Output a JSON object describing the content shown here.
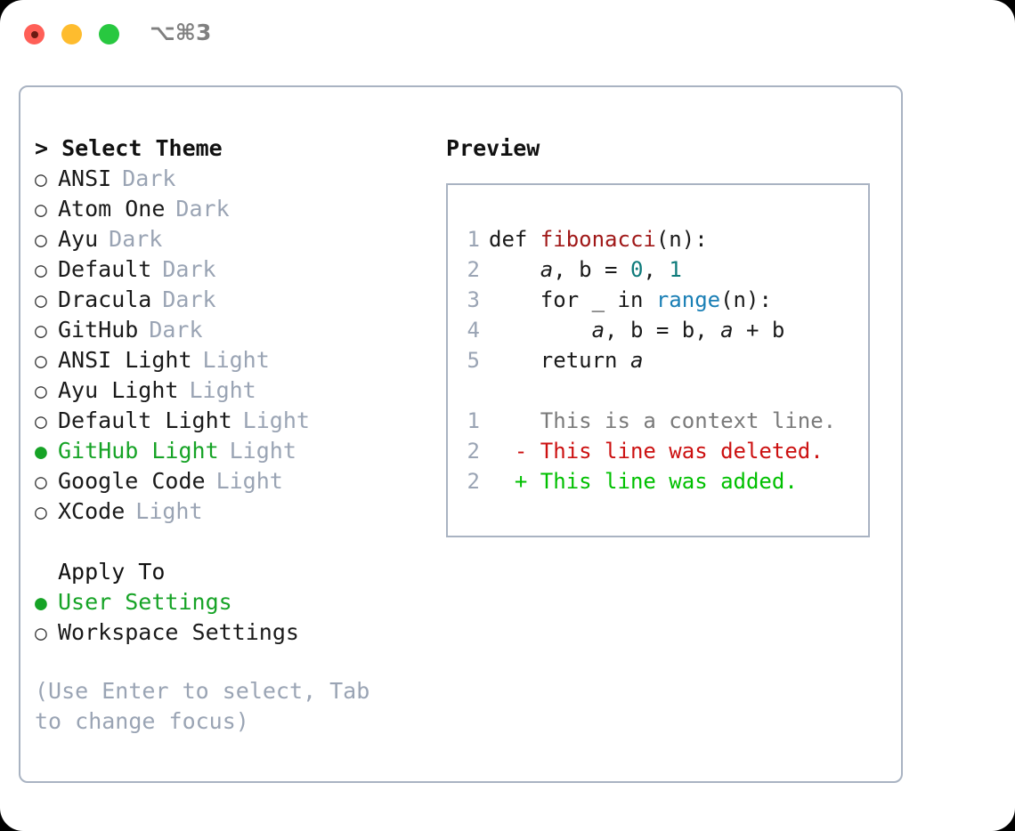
{
  "titlebar": {
    "shortcut": "⌥⌘3",
    "lights": [
      {
        "name": "close",
        "color": "#ff5f57"
      },
      {
        "name": "minimize",
        "color": "#febc2e"
      },
      {
        "name": "maximize",
        "color": "#28c840"
      }
    ]
  },
  "theme_selector": {
    "heading": "> Select Theme",
    "marker_unselected": "○",
    "marker_selected": "●",
    "accent_color": "#16a326",
    "tag_color": "#9aa4b4",
    "items": [
      {
        "label": "ANSI",
        "tag": "Dark",
        "selected": false
      },
      {
        "label": "Atom One",
        "tag": "Dark",
        "selected": false
      },
      {
        "label": "Ayu",
        "tag": "Dark",
        "selected": false
      },
      {
        "label": "Default",
        "tag": "Dark",
        "selected": false
      },
      {
        "label": "Dracula",
        "tag": "Dark",
        "selected": false
      },
      {
        "label": "GitHub",
        "tag": "Dark",
        "selected": false
      },
      {
        "label": "ANSI Light",
        "tag": "Light",
        "selected": false
      },
      {
        "label": "Ayu Light",
        "tag": "Light",
        "selected": false
      },
      {
        "label": "Default Light",
        "tag": "Light",
        "selected": false
      },
      {
        "label": "GitHub Light",
        "tag": "Light",
        "selected": true
      },
      {
        "label": "Google Code",
        "tag": "Light",
        "selected": false
      },
      {
        "label": "XCode",
        "tag": "Light",
        "selected": false
      }
    ]
  },
  "apply_to": {
    "heading": "Apply To",
    "items": [
      {
        "label": "User Settings",
        "selected": true
      },
      {
        "label": "Workspace Settings",
        "selected": false
      }
    ]
  },
  "hint": "(Use Enter to select, Tab to change focus)",
  "preview": {
    "heading": "Preview",
    "code_lines": [
      {
        "number": "1",
        "tokens": [
          {
            "text": "def ",
            "kind": "plain"
          },
          {
            "text": "fibonacci",
            "kind": "function"
          },
          {
            "text": "(n):",
            "kind": "plain"
          }
        ]
      },
      {
        "number": "2",
        "tokens": [
          {
            "text": "    ",
            "kind": "plain"
          },
          {
            "text": "a",
            "kind": "variable"
          },
          {
            "text": ", ",
            "kind": "plain"
          },
          {
            "text": "b",
            "kind": "plain"
          },
          {
            "text": " = ",
            "kind": "plain"
          },
          {
            "text": "0",
            "kind": "number"
          },
          {
            "text": ", ",
            "kind": "plain"
          },
          {
            "text": "1",
            "kind": "number"
          }
        ]
      },
      {
        "number": "3",
        "tokens": [
          {
            "text": "    for _ in ",
            "kind": "plain"
          },
          {
            "text": "range",
            "kind": "call"
          },
          {
            "text": "(n):",
            "kind": "plain"
          }
        ]
      },
      {
        "number": "4",
        "tokens": [
          {
            "text": "        ",
            "kind": "plain"
          },
          {
            "text": "a",
            "kind": "variable"
          },
          {
            "text": ", b = b, ",
            "kind": "plain"
          },
          {
            "text": "a",
            "kind": "variable"
          },
          {
            "text": " + b",
            "kind": "plain"
          }
        ]
      },
      {
        "number": "5",
        "tokens": [
          {
            "text": "    return ",
            "kind": "plain"
          },
          {
            "text": "a",
            "kind": "variable"
          }
        ]
      }
    ],
    "diff_lines": [
      {
        "number": "1",
        "sign": " ",
        "text": "This is a context line.",
        "kind": "context"
      },
      {
        "number": "2",
        "sign": "-",
        "text": "This line was deleted.",
        "kind": "deleted"
      },
      {
        "number": "2",
        "sign": "+",
        "text": "This line was added.",
        "kind": "added"
      }
    ]
  },
  "colors": {
    "accent_green": "#16a326",
    "diff_add": "#00c000",
    "diff_del": "#cc1111",
    "function": "#a01818",
    "number": "#0f7b7b",
    "call": "#1a7fb5",
    "border": "#a9b3c2",
    "muted": "#9aa4b4"
  }
}
